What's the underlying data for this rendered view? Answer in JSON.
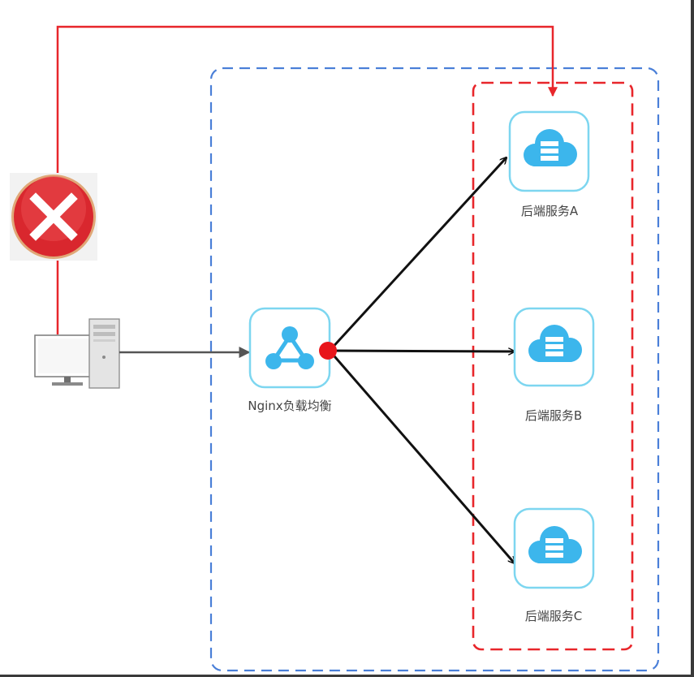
{
  "nodes": {
    "nginx": {
      "label": "Nginx负载均衡"
    },
    "service_a": {
      "label": "后端服务A"
    },
    "service_b": {
      "label": "后端服务B"
    },
    "service_c": {
      "label": "后端服务C"
    }
  },
  "colors": {
    "outer_group_border": "#4a7fd8",
    "inner_group_border": "#e8262b",
    "direct_path": "#e8262b",
    "connector": "#111111",
    "client_link": "#555555",
    "node_border": "#7dd6f0",
    "cloud_fill": "#3cb6ec",
    "nginx_icon": "#3cb6ec",
    "junction_dot": "#e8151b",
    "error_icon": "#d9272e"
  },
  "icons": {
    "client": "desktop-computer-icon",
    "nginx": "network-share-icon",
    "service": "cloud-server-icon",
    "blocked": "error-x-icon"
  }
}
